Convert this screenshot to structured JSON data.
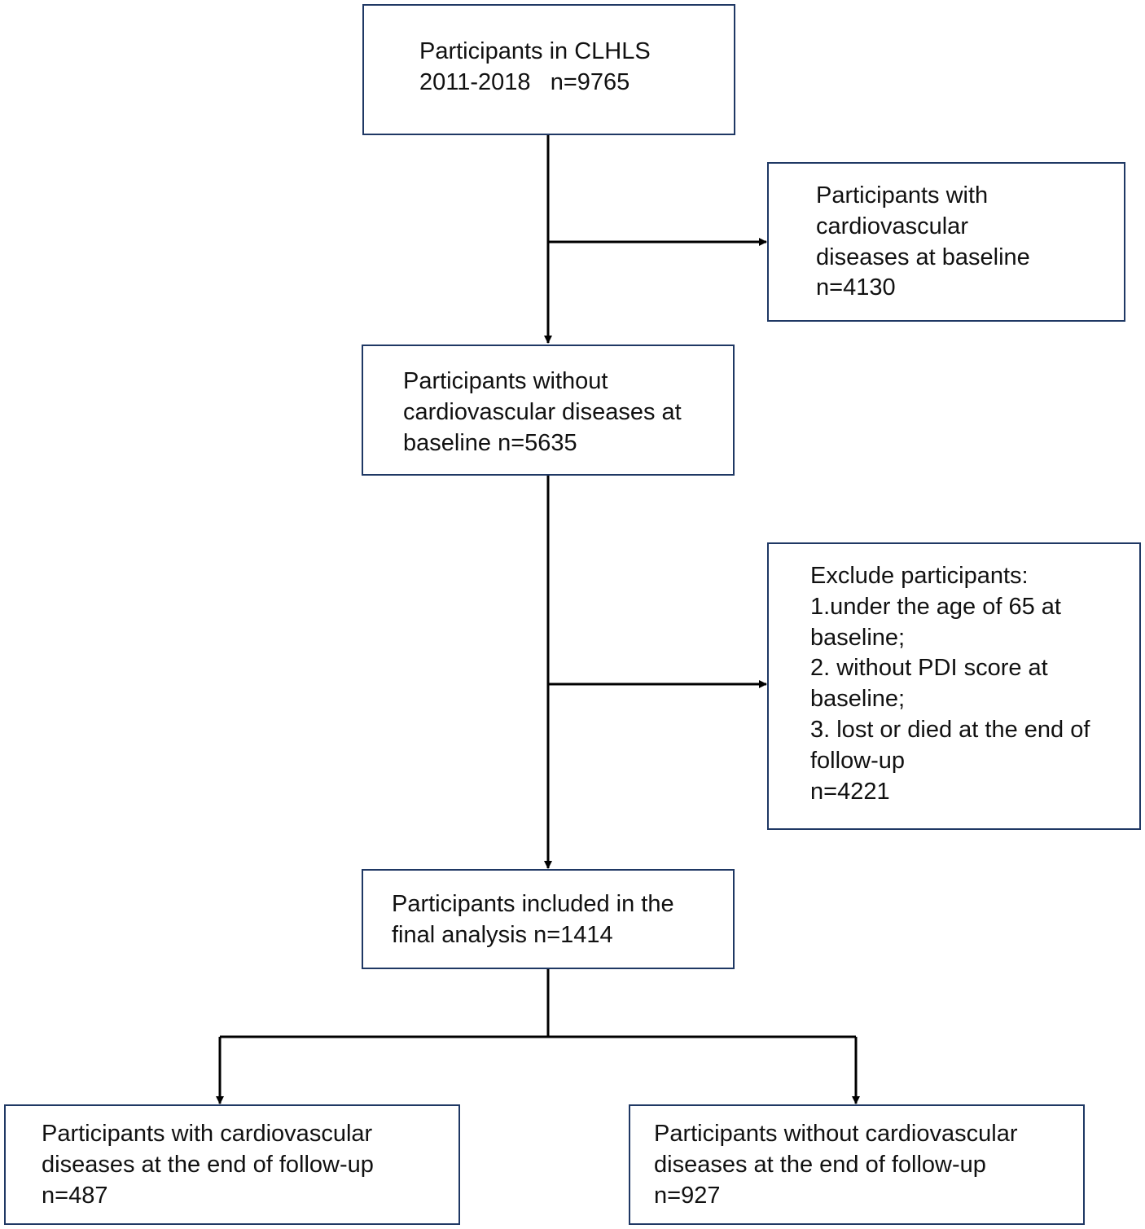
{
  "flowchart": {
    "nodes": [
      {
        "id": "all-participants",
        "lines": [
          "Participants in CLHLS",
          "2011-2018   n=9765"
        ]
      },
      {
        "id": "cvd-at-baseline",
        "lines": [
          "Participants with",
          "cardiovascular",
          "diseases at baseline",
          "n=4130"
        ]
      },
      {
        "id": "no-cvd-at-baseline",
        "lines": [
          "Participants without",
          "cardiovascular diseases at",
          "baseline n=5635"
        ]
      },
      {
        "id": "excluded",
        "lines": [
          "Exclude participants:",
          "1.under the age of 65 at",
          "baseline;",
          "2. without PDI score at",
          "baseline;",
          "3. lost or died at the end of",
          "follow-up",
          "n=4221"
        ]
      },
      {
        "id": "final-analysis",
        "lines": [
          "Participants included in the",
          "final analysis n=1414"
        ]
      },
      {
        "id": "cvd-at-follow-up",
        "lines": [
          "Participants with cardiovascular",
          "diseases at the end of follow-up",
          "n=487"
        ]
      },
      {
        "id": "no-cvd-at-follow-up",
        "lines": [
          "Participants without cardiovascular",
          "diseases at the end of follow-up",
          "n=927"
        ]
      }
    ],
    "colors": {
      "box_border": "#1f3864",
      "connector": "#000000",
      "text": "#111111"
    }
  }
}
